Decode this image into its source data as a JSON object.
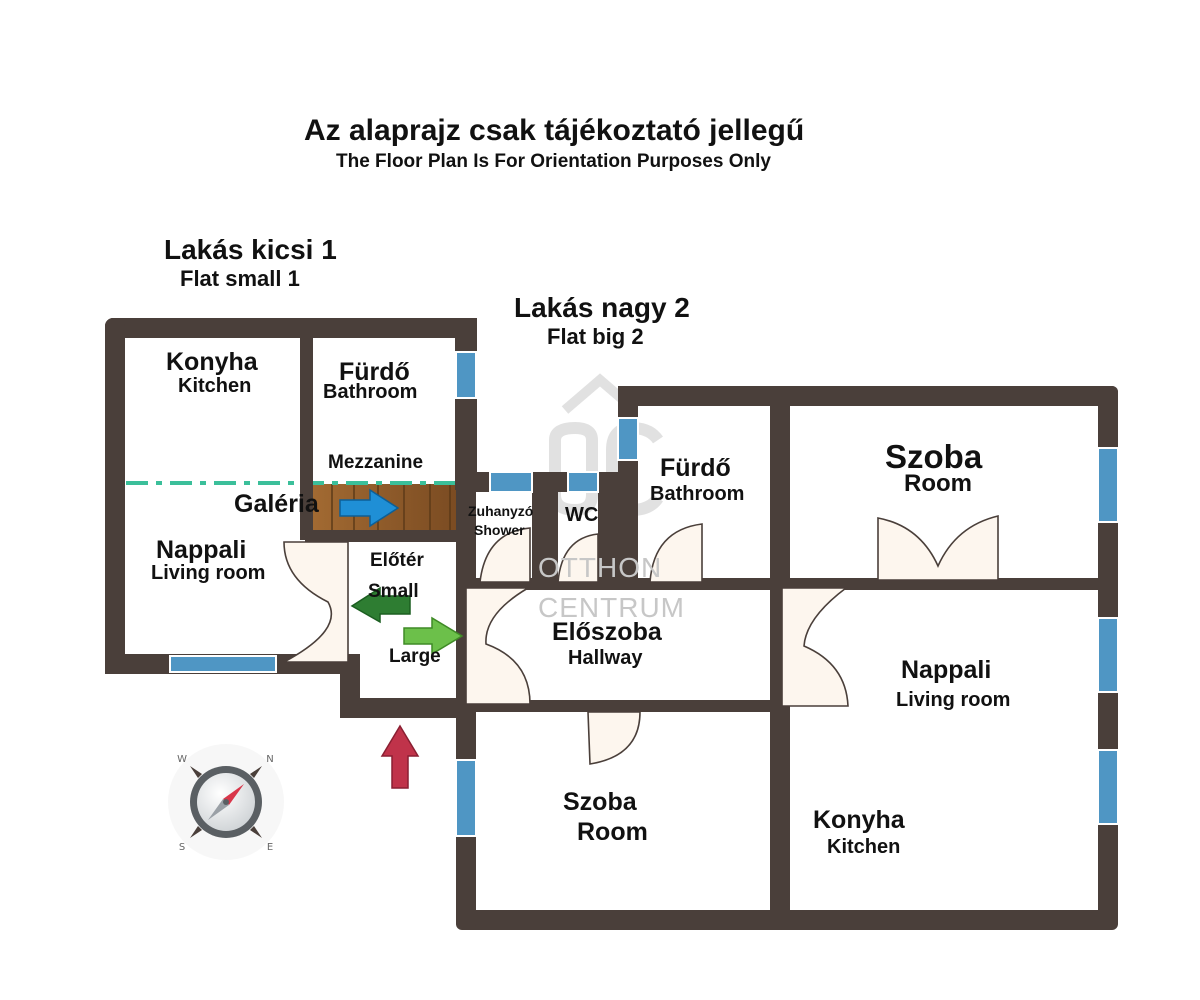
{
  "title": {
    "hu": "Az alaprajz csak tájékoztató jellegű",
    "en": "The Floor Plan Is For Orientation Purposes Only"
  },
  "flats": {
    "small": {
      "hu": "Lakás kicsi 1",
      "en": "Flat small 1"
    },
    "big": {
      "hu": "Lakás nagy 2",
      "en": "Flat big 2"
    }
  },
  "rooms": {
    "small_kitchen": {
      "hu": "Konyha",
      "en": "Kitchen"
    },
    "small_bathroom": {
      "hu": "Fürdő",
      "en": "Bathroom"
    },
    "mezzanine": {
      "en": "Mezzanine"
    },
    "galeria": {
      "hu": "Galéria"
    },
    "small_living": {
      "hu": "Nappali",
      "en": "Living room"
    },
    "eloter": {
      "hu": "Előtér",
      "small": "Small",
      "large": "Large"
    },
    "shower": {
      "hu": "Zuhanyzó",
      "en": "Shower"
    },
    "wc": {
      "hu": "WC"
    },
    "big_bathroom": {
      "hu": "Fürdő",
      "en": "Bathroom"
    },
    "big_room_top": {
      "hu": "Szoba",
      "en": "Room"
    },
    "hallway": {
      "hu": "Előszoba",
      "en": "Hallway"
    },
    "big_living": {
      "hu": "Nappali",
      "en": "Living room"
    },
    "big_room_bottom": {
      "hu": "Szoba",
      "en": "Room"
    },
    "big_kitchen": {
      "hu": "Konyha",
      "en": "Kitchen"
    }
  },
  "watermark": {
    "line1": "OTTHON",
    "line2": "CENTRUM"
  },
  "compass": {
    "n": "N",
    "e": "E",
    "s": "S",
    "w": "W"
  },
  "colors": {
    "wall": "#4a3f3a",
    "window": "#4f96c4",
    "door_fill": "#fdf6ee",
    "stairs": "#8a5a2b",
    "mezzanine_line": "#3bbf9a",
    "arrow_blue": "#1f8fd6",
    "arrow_green_dark": "#2e7d32",
    "arrow_green_light": "#6cc04a",
    "entrance_arrow": "#c0334a",
    "watermark": "#c7c7c7"
  }
}
